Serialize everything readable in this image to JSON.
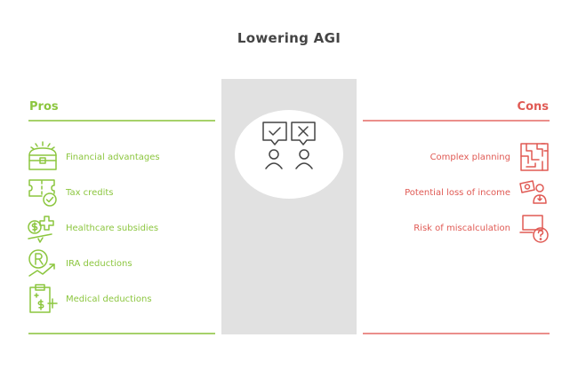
{
  "title": "Lowering AGI",
  "pros": {
    "heading": "Pros",
    "color": "#8cc63f",
    "items": [
      {
        "label": "Financial advantages",
        "icon": "treasure-chest-icon"
      },
      {
        "label": "Tax credits",
        "icon": "coupon-check-icon"
      },
      {
        "label": "Healthcare subsidies",
        "icon": "coin-health-icon"
      },
      {
        "label": "IRA deductions",
        "icon": "retirement-growth-icon"
      },
      {
        "label": "Medical deductions",
        "icon": "medical-bill-icon"
      }
    ]
  },
  "cons": {
    "heading": "Cons",
    "color": "#e05a54",
    "items": [
      {
        "label": "Complex planning",
        "icon": "maze-icon"
      },
      {
        "label": "Potential loss of income",
        "icon": "money-loss-icon"
      },
      {
        "label": "Risk of miscalculation",
        "icon": "laptop-question-icon"
      }
    ]
  },
  "center": {
    "icon": "pros-cons-people-icon"
  }
}
